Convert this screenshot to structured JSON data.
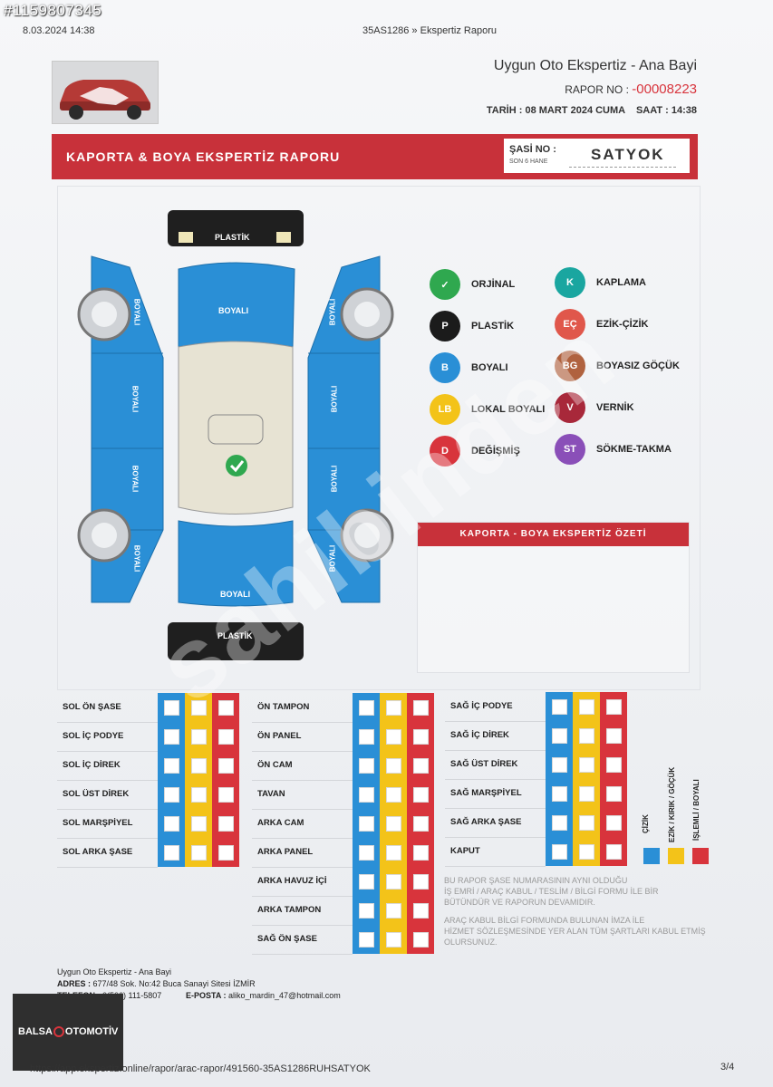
{
  "ad_id": "#1159807345",
  "browser": {
    "date": "8.03.2024 14:38",
    "page_title": "35AS1286 » Ekspertiz Raporu",
    "url": "https://app.ekspertiz.online/rapor/arac-rapor/491560-35AS1286RUHSATYOK",
    "page_number": "3/4"
  },
  "header": {
    "company": "Uygun Oto Ekspertiz - Ana Bayi",
    "report_no_label": "RAPOR NO :",
    "report_no": "-00008223",
    "date_label": "TARİH :",
    "date": "08 MART 2024 CUMA",
    "time_label": "SAAT :",
    "time": "14:38"
  },
  "banner": {
    "title": "KAPORTA & BOYA EKSPERTİZ RAPORU",
    "chassis_label": "ŞASİ NO :",
    "chassis_sub": "SON 6 HANE",
    "chassis_value": "SATYOK"
  },
  "car": {
    "front_bumper": "PLASTİK",
    "rear_bumper": "PLASTİK",
    "hood": "BOYALI",
    "trunk": "BOYALI",
    "left_front_fender": "BOYALI",
    "left_front_door": "BOYALI",
    "left_rear_door": "BOYALI",
    "left_rear_fender": "BOYALI",
    "right_front_fender": "BOYALI",
    "right_front_door": "BOYALI",
    "right_rear_door": "BOYALI",
    "right_rear_fender": "BOYALI"
  },
  "legend": {
    "items": [
      {
        "code": "✓",
        "label": "ORJİNAL",
        "color": "#2fa84f"
      },
      {
        "code": "P",
        "label": "PLASTİK",
        "color": "#1b1b1b"
      },
      {
        "code": "B",
        "label": "BOYALI",
        "color": "#2a8fd6"
      },
      {
        "code": "LB",
        "label": "LOKAL BOYALI",
        "color": "#f3c319"
      },
      {
        "code": "D",
        "label": "DEĞİŞMİŞ",
        "color": "#d8343c"
      },
      {
        "code": "K",
        "label": "KAPLAMA",
        "color": "#1aa6a0"
      },
      {
        "code": "EÇ",
        "label": "EZİK-ÇİZİK",
        "color": "#e0574b"
      },
      {
        "code": "BG",
        "label": "BOYASIZ GÖÇÜK",
        "color": "#b0623f"
      },
      {
        "code": "V",
        "label": "VERNİK",
        "color": "#a8283a"
      },
      {
        "code": "ST",
        "label": "SÖKME-TAKMA",
        "color": "#8a4fb8"
      }
    ]
  },
  "summary": {
    "title": "KAPORTA - BOYA EKSPERTİZ ÖZETİ"
  },
  "table": {
    "left": [
      "SOL ÖN ŞASE",
      "SOL İÇ PODYE",
      "SOL İÇ DİREK",
      "SOL ÜST DİREK",
      "SOL MARŞPİYEL",
      "SOL ARKA ŞASE"
    ],
    "middle": [
      "ÖN TAMPON",
      "ÖN PANEL",
      "ÖN CAM",
      "TAVAN",
      "ARKA CAM",
      "ARKA PANEL",
      "ARKA HAVUZ İÇİ",
      "ARKA TAMPON",
      "SAĞ ÖN ŞASE"
    ],
    "right": [
      "SAĞ İÇ PODYE",
      "SAĞ İÇ DİREK",
      "SAĞ ÜST DİREK",
      "SAĞ MARŞPİYEL",
      "SAĞ ARKA ŞASE",
      "KAPUT"
    ],
    "col_legend": [
      "ÇİZİK",
      "EZİK / KIRIK / GÖÇÜK",
      "İŞLEMLİ / BOYALI"
    ],
    "colors": {
      "blue": "#2a8fd6",
      "yellow": "#f3c319",
      "red": "#d8343c"
    }
  },
  "notice": {
    "line1": "BU RAPOR ŞASE NUMARASININ AYNI OLDUĞU",
    "line2": "İŞ EMRİ / ARAÇ KABUL / TESLİM / BİLGİ FORMU İLE BİR",
    "line3": "BÜTÜNDÜR VE RAPORUN DEVAMIDIR.",
    "line4": "ARAÇ KABUL BİLGİ FORMUNDA BULUNAN İMZA İLE",
    "line5": "HİZMET SÖZLEŞMESİNDE YER ALAN TÜM ŞARTLARI KABUL ETMİŞ",
    "line6": "OLURSUNUZ."
  },
  "footer": {
    "company": "Uygun Oto Ekspertiz - Ana Bayi",
    "address_label": "ADRES :",
    "address": "677/48 Sok. No:42 Buca Sanayi Sitesi İZMİR",
    "phone_label": "TELEFON :",
    "phone": "0(506) 111-5807",
    "email_label": "E-POSTA :",
    "email": "aliko_mardin_47@hotmail.com"
  },
  "dealer_badge": {
    "left": "BALSA",
    "right": "OTOMOTİV"
  },
  "watermark": "sahibinden"
}
